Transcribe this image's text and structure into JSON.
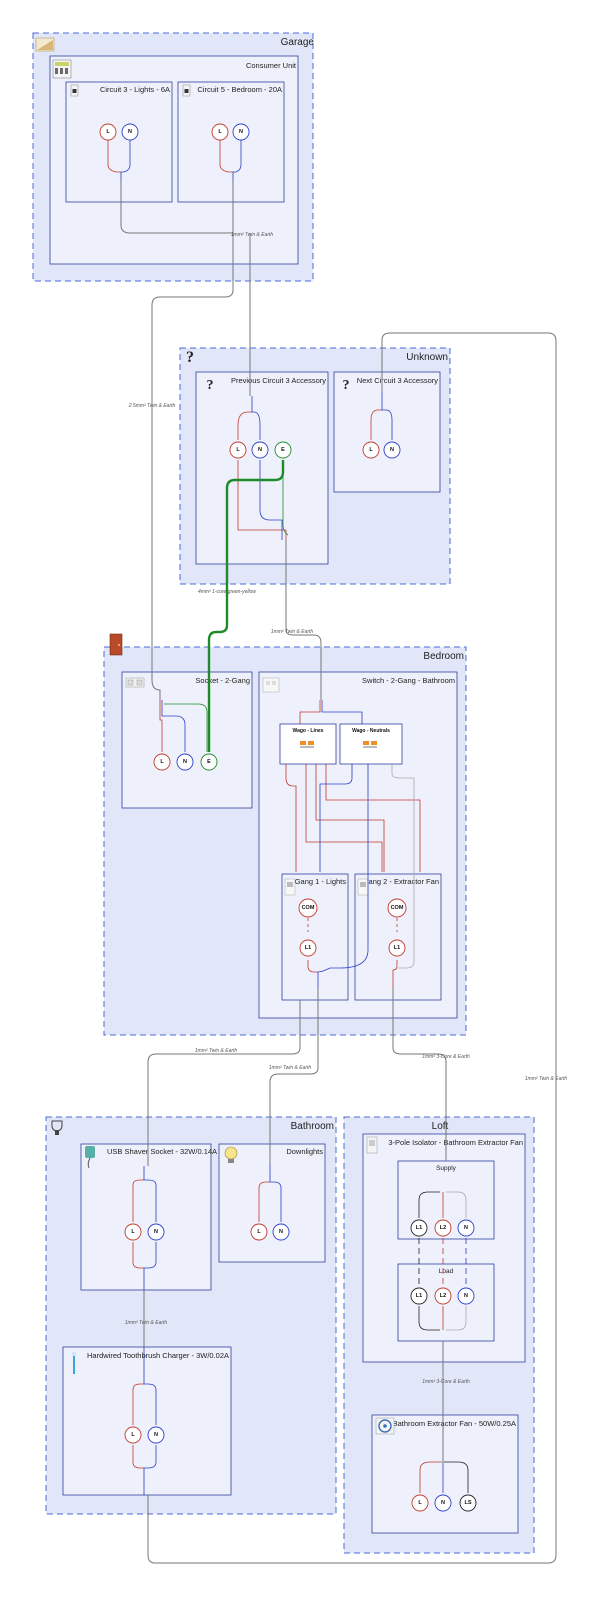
{
  "rooms": {
    "garage": "Garage",
    "unknown": "Unknown",
    "bedroom": "Bedroom",
    "bathroom": "Bathroom",
    "loft": "Loft"
  },
  "devices": {
    "consumer_unit": "Consumer Unit",
    "circuit3": "Circuit 3 - Lights - 6A",
    "circuit5": "Circuit 5 - Bedroom - 20A",
    "prev_acc": "Previous Circuit 3 Accessory",
    "next_acc": "Next Circuit 3 Accessory",
    "socket": "Socket - 2-Gang",
    "switch": "Switch - 2-Gang - Bathroom",
    "wago_lines": "Wago - Lines",
    "wago_neutrals": "Wago - Neutrals",
    "gang1": "Gang 1 - Lights",
    "gang2": "Gang 2 - Extractor Fan",
    "shaver": "USB Shaver Socket - 32W/0.14A",
    "downlights": "Downlights",
    "toothbrush": "Hardwired Toothbrush Charger - 3W/0.02A",
    "isolator": "3-Pole Isolator - Bathroom Extractor Fan",
    "supply": "Supply",
    "load": "Load",
    "fan": "Bathroom Extractor Fan - 50W/0.25A"
  },
  "terminals": {
    "L": "L",
    "N": "N",
    "E": "E",
    "COM": "COM",
    "L1": "L1",
    "L2": "L2",
    "LS": "LS"
  },
  "cables": {
    "c1": "1mm² Twin & Earth",
    "c2": "2.5mm² Twin & Earth",
    "c3": "4mm² 1-core green-yellow",
    "c4": "1mm² Twin & Earth",
    "c5": "1mm² Twin & Earth",
    "c6": "1mm² Twin & Earth",
    "c7": "1mm² 3-Core & Earth",
    "c8": "1mm² Twin & Earth",
    "c9": "1mm² Twin & Earth",
    "c10": "1mm² 3-Core & Earth"
  },
  "colors": {
    "live": "#c0392b",
    "neutral": "#2a3ec8",
    "earth": "#1e8a2a",
    "cable": "#777777",
    "room_border": "#4a68d8",
    "room_fill": "#e1e7f9",
    "device_fill": "#eef1fb",
    "device_border": "#2f3f9e"
  },
  "icons": {
    "garage": "house-icon",
    "consumer_unit": "consumer-unit-icon",
    "breaker": "breaker-icon",
    "unknown": "question-mark-icon",
    "bedroom": "door-icon",
    "socket": "socket-icon",
    "switch": "switch-icon",
    "bathroom": "toilet-icon",
    "shaver": "shaver-icon",
    "downlight": "bulb-icon",
    "toothbrush": "toothbrush-icon",
    "isolator": "isolator-icon",
    "fan": "fan-icon"
  }
}
